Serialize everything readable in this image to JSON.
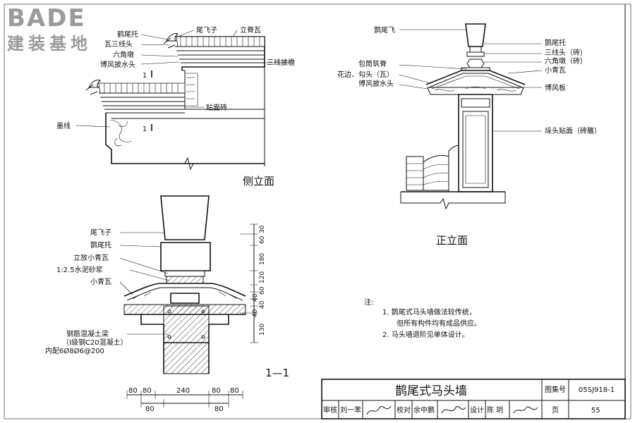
{
  "logo": {
    "brand": "BADE",
    "brand_cn": "建装基地"
  },
  "side_elevation": {
    "view_title": "侧立面",
    "labels": {
      "queweituo": "鹤尾托",
      "weifeizi": "尾飞子",
      "lijiwa": "立脊瓦",
      "sanxiantou": "瓦三线头",
      "liujiaodun": "六角墩",
      "bofengpishuitou": "博风披水头",
      "sanxianpiyan": "三线披檐",
      "tiemianzhuan": "贴面砖",
      "moxian": "墨线"
    },
    "section_mark": "1"
  },
  "front_elevation": {
    "view_title": "正立面",
    "labels": {
      "queweifei": "鹊尾飞",
      "queweituo": "鹊尾托",
      "sanxiantou": "三线头（砖）",
      "liujiaodun": "六角墩（砖）",
      "baotongjiji": "包筒筑脊",
      "xiaoqingwa": "小青瓦",
      "huabiangoutou": "花边、勾头（瓦）",
      "bofengpishuitou": "博风披水头",
      "bofengban": "博风板",
      "duotoutiemian": "垛头贴面（砖雕）"
    }
  },
  "section": {
    "view_title": "1—1",
    "labels": {
      "weifeizi": "尾飞子",
      "queweituo": "鹊尾托",
      "lifangxiaoqingwa": "立放小青瓦",
      "shuinishajiang": "1:2.5水泥砂浆",
      "xiaoqingwa": "小青瓦",
      "liang_1": "钢筋混凝土梁",
      "liang_2": "（Ⅰ级钢C20混凝土）",
      "liang_3": "内配6Ø8Ø6@200"
    },
    "dims_vertical": [
      "30",
      "60",
      "180",
      "120",
      "60",
      "40",
      "40",
      "40",
      "130"
    ],
    "dims_horizontal_top": [
      "80",
      "80",
      "240",
      "80",
      "80"
    ],
    "dims_horizontal_bottom": [
      "80",
      "80"
    ]
  },
  "notes": {
    "heading": "注:",
    "lines": [
      "1. 鹊尾式马头墙做法较传统，",
      "但所有构件均有成品供应。",
      "2. 马头墙退阶见单体设计。"
    ]
  },
  "title_block": {
    "title": "鹊尾式马头墙",
    "atlas_label": "图集号",
    "atlas_value": "05SJ918-1",
    "review_label": "审核",
    "review_name": "刘一苯",
    "check_label": "校对",
    "check_name": "余中鹏",
    "design_label": "设计",
    "design_name": "陈 玥",
    "page_label": "页",
    "page_value": "55"
  }
}
